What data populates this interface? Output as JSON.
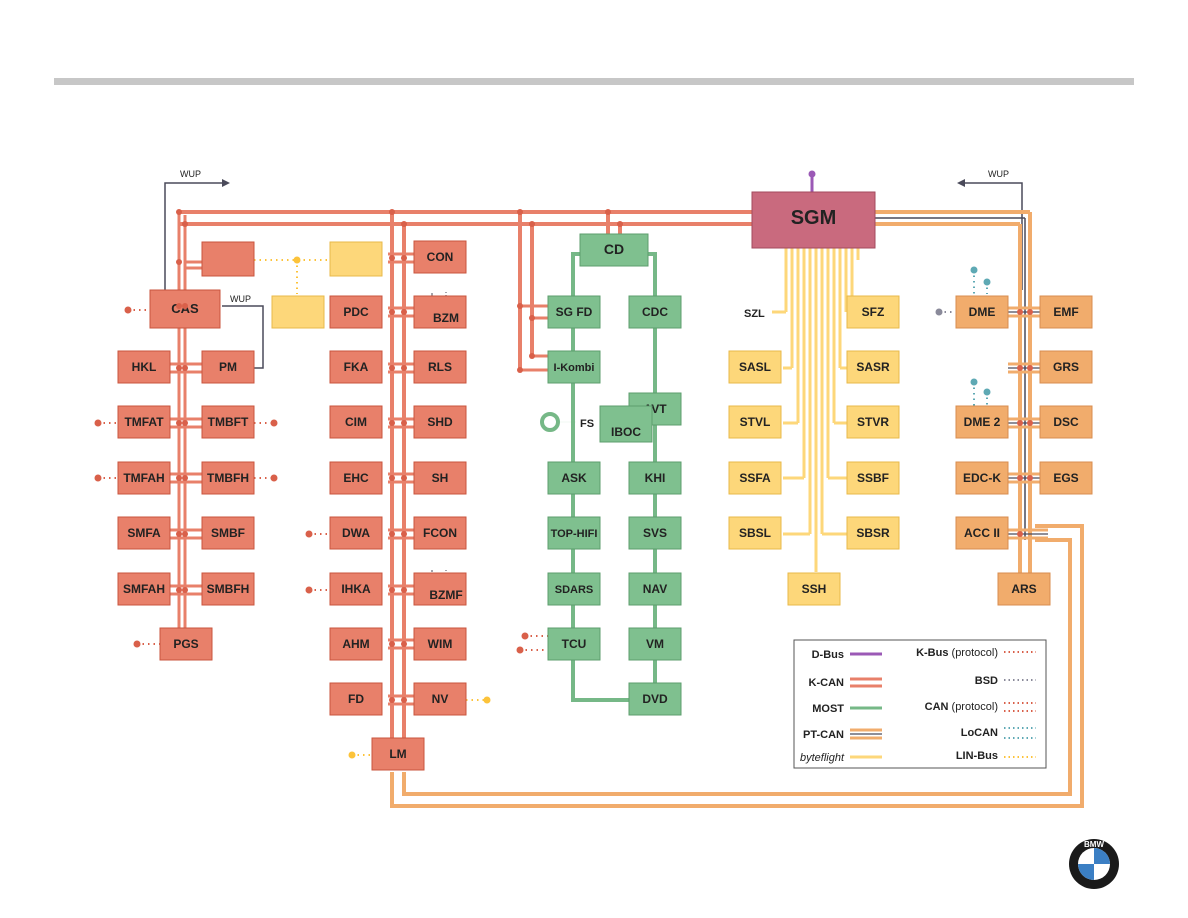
{
  "colors": {
    "kcan": "#e8806a",
    "kcan_dark": "#d9604a",
    "most": "#76b887",
    "most_box": "#7fc08f",
    "bf": "#fdd77a",
    "ptcan": "#f1ac6c",
    "sgm": "#c96a7e",
    "dbus": "#9b59b6",
    "bsd": "#8a8a9a",
    "locan": "#5ea9b4",
    "lin": "#fcc33a",
    "dark_wire": "#4a4a5a",
    "rule": "#c7c7c7"
  },
  "wup_labels": [
    "WUP",
    "WUP",
    "WUP"
  ],
  "sgm_label": "SGM",
  "cd_label": "CD",
  "kcan_boxes": [
    {
      "id": "CAS",
      "label": "CAS"
    },
    {
      "id": "HKL",
      "label": "HKL"
    },
    {
      "id": "PM",
      "label": "PM"
    },
    {
      "id": "TMFAT",
      "label": "TMFAT"
    },
    {
      "id": "TMBFT",
      "label": "TMBFT"
    },
    {
      "id": "TMFAH",
      "label": "TMFAH"
    },
    {
      "id": "TMBFH",
      "label": "TMBFH"
    },
    {
      "id": "SMFA",
      "label": "SMFA"
    },
    {
      "id": "SMBF",
      "label": "SMBF"
    },
    {
      "id": "SMFAH",
      "label": "SMFAH"
    },
    {
      "id": "SMBFH",
      "label": "SMBFH"
    },
    {
      "id": "PGS",
      "label": "PGS"
    },
    {
      "id": "CON",
      "label": "CON"
    },
    {
      "id": "PDC",
      "label": "PDC"
    },
    {
      "id": "BZM",
      "label": "BZM"
    },
    {
      "id": "FKA",
      "label": "FKA"
    },
    {
      "id": "RLS",
      "label": "RLS"
    },
    {
      "id": "CIM",
      "label": "CIM"
    },
    {
      "id": "SHD",
      "label": "SHD"
    },
    {
      "id": "EHC",
      "label": "EHC"
    },
    {
      "id": "SH",
      "label": "SH"
    },
    {
      "id": "DWA",
      "label": "DWA"
    },
    {
      "id": "FCON",
      "label": "FCON"
    },
    {
      "id": "IHKA",
      "label": "IHKA"
    },
    {
      "id": "BZMF",
      "label": "BZMF"
    },
    {
      "id": "AHM",
      "label": "AHM"
    },
    {
      "id": "WIM",
      "label": "WIM"
    },
    {
      "id": "FD",
      "label": "FD"
    },
    {
      "id": "NV",
      "label": "NV"
    },
    {
      "id": "LM",
      "label": "LM"
    },
    {
      "id": "BLANK1",
      "label": ""
    }
  ],
  "most_boxes": [
    {
      "id": "SGFD",
      "label": "SG FD"
    },
    {
      "id": "CDC",
      "label": "CDC"
    },
    {
      "id": "IKOMBI",
      "label": "I-Kombi"
    },
    {
      "id": "AVT",
      "label": "AVT"
    },
    {
      "id": "IBOC",
      "label": "IBOC"
    },
    {
      "id": "ASK",
      "label": "ASK"
    },
    {
      "id": "KHI",
      "label": "KHI"
    },
    {
      "id": "TOPHIFI",
      "label": "TOP-HIFI"
    },
    {
      "id": "SVS",
      "label": "SVS"
    },
    {
      "id": "SDARS",
      "label": "SDARS"
    },
    {
      "id": "NAV",
      "label": "NAV"
    },
    {
      "id": "TCU",
      "label": "TCU"
    },
    {
      "id": "VM",
      "label": "VM"
    },
    {
      "id": "DVD",
      "label": "DVD"
    }
  ],
  "fs_label": "FS",
  "szl_label": "SZL",
  "bf_boxes": [
    {
      "id": "SFZ",
      "label": "SFZ"
    },
    {
      "id": "SASL",
      "label": "SASL"
    },
    {
      "id": "SASR",
      "label": "SASR"
    },
    {
      "id": "STVL",
      "label": "STVL"
    },
    {
      "id": "STVR",
      "label": "STVR"
    },
    {
      "id": "SSFA",
      "label": "SSFA"
    },
    {
      "id": "SSBF",
      "label": "SSBF"
    },
    {
      "id": "SBSL",
      "label": "SBSL"
    },
    {
      "id": "SBSR",
      "label": "SBSR"
    },
    {
      "id": "SSH",
      "label": "SSH"
    },
    {
      "id": "BLANK2",
      "label": ""
    },
    {
      "id": "BLANK3",
      "label": ""
    }
  ],
  "pt_boxes": [
    {
      "id": "DME",
      "label": "DME"
    },
    {
      "id": "EMF",
      "label": "EMF"
    },
    {
      "id": "GRS",
      "label": "GRS"
    },
    {
      "id": "DME2",
      "label": "DME 2"
    },
    {
      "id": "DSC",
      "label": "DSC"
    },
    {
      "id": "EDCK",
      "label": "EDC-K"
    },
    {
      "id": "EGS",
      "label": "EGS"
    },
    {
      "id": "ACCII",
      "label": "ACC II"
    },
    {
      "id": "ARS",
      "label": "ARS"
    }
  ],
  "legend": {
    "left": [
      {
        "label": "D-Bus",
        "style": "normal"
      },
      {
        "label": "K-CAN",
        "style": "normal"
      },
      {
        "label": "MOST",
        "style": "normal"
      },
      {
        "label": "PT-CAN",
        "style": "normal"
      },
      {
        "label": "byteflight",
        "style": "italic"
      }
    ],
    "right": [
      {
        "label": "K-Bus",
        "suffix": " (protocol)"
      },
      {
        "label": "BSD",
        "suffix": ""
      },
      {
        "label": "CAN",
        "suffix": " (protocol)"
      },
      {
        "label": "LoCAN",
        "suffix": ""
      },
      {
        "label": "LIN-Bus",
        "suffix": ""
      }
    ]
  },
  "logo_text": "BMW"
}
